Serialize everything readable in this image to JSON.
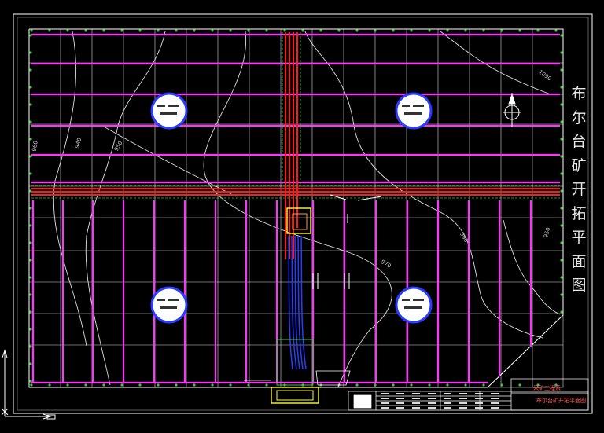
{
  "drawing": {
    "vertical_title": [
      "布",
      "尔",
      "台",
      "矿",
      "开",
      "拓",
      "平",
      "面",
      "图"
    ],
    "title_block": {
      "company": "采矿工程系",
      "drawing_name": "布尔台矿开拓平面图"
    },
    "contour_labels": [
      {
        "id": "c1",
        "text": "1090"
      },
      {
        "id": "c2",
        "text": "940"
      },
      {
        "id": "c3",
        "text": "950"
      },
      {
        "id": "c4",
        "text": "970"
      },
      {
        "id": "c5",
        "text": "960"
      },
      {
        "id": "c6",
        "text": "990"
      },
      {
        "id": "c7",
        "text": "950"
      }
    ]
  },
  "colors": {
    "background": "#000000",
    "border": "#ffffff",
    "grid": "#ffffff",
    "panel_lines": "#ff33ff",
    "main_roadways": "#ff1a1a",
    "shafts": "#2a3cff",
    "contours": "#ffffff",
    "boundary_points": "#33cc33",
    "inclined_shaft_frame": "#ffff33"
  },
  "icons": {
    "compass": "north-arrow-icon",
    "ucs": "ucs-axis-icon",
    "districts": [
      "district-label-circle-nw",
      "district-label-circle-ne",
      "district-label-circle-sw",
      "district-label-circle-se"
    ]
  }
}
